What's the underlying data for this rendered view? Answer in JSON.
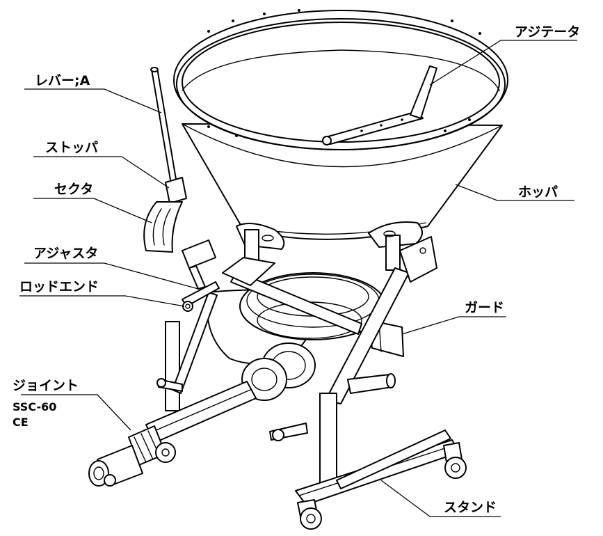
{
  "labels": {
    "agitator": "アジテータ",
    "lever_a": "レバー;A",
    "stopper": "ストッパ",
    "sector": "セクタ",
    "hopper": "ホッパ",
    "adjuster": "アジャスタ",
    "rod_end": "ロッドエンド",
    "guard": "ガード",
    "joint": "ジョイント",
    "joint_model_1": "SSC-60",
    "joint_model_2": "CE",
    "stand": "スタンド"
  }
}
